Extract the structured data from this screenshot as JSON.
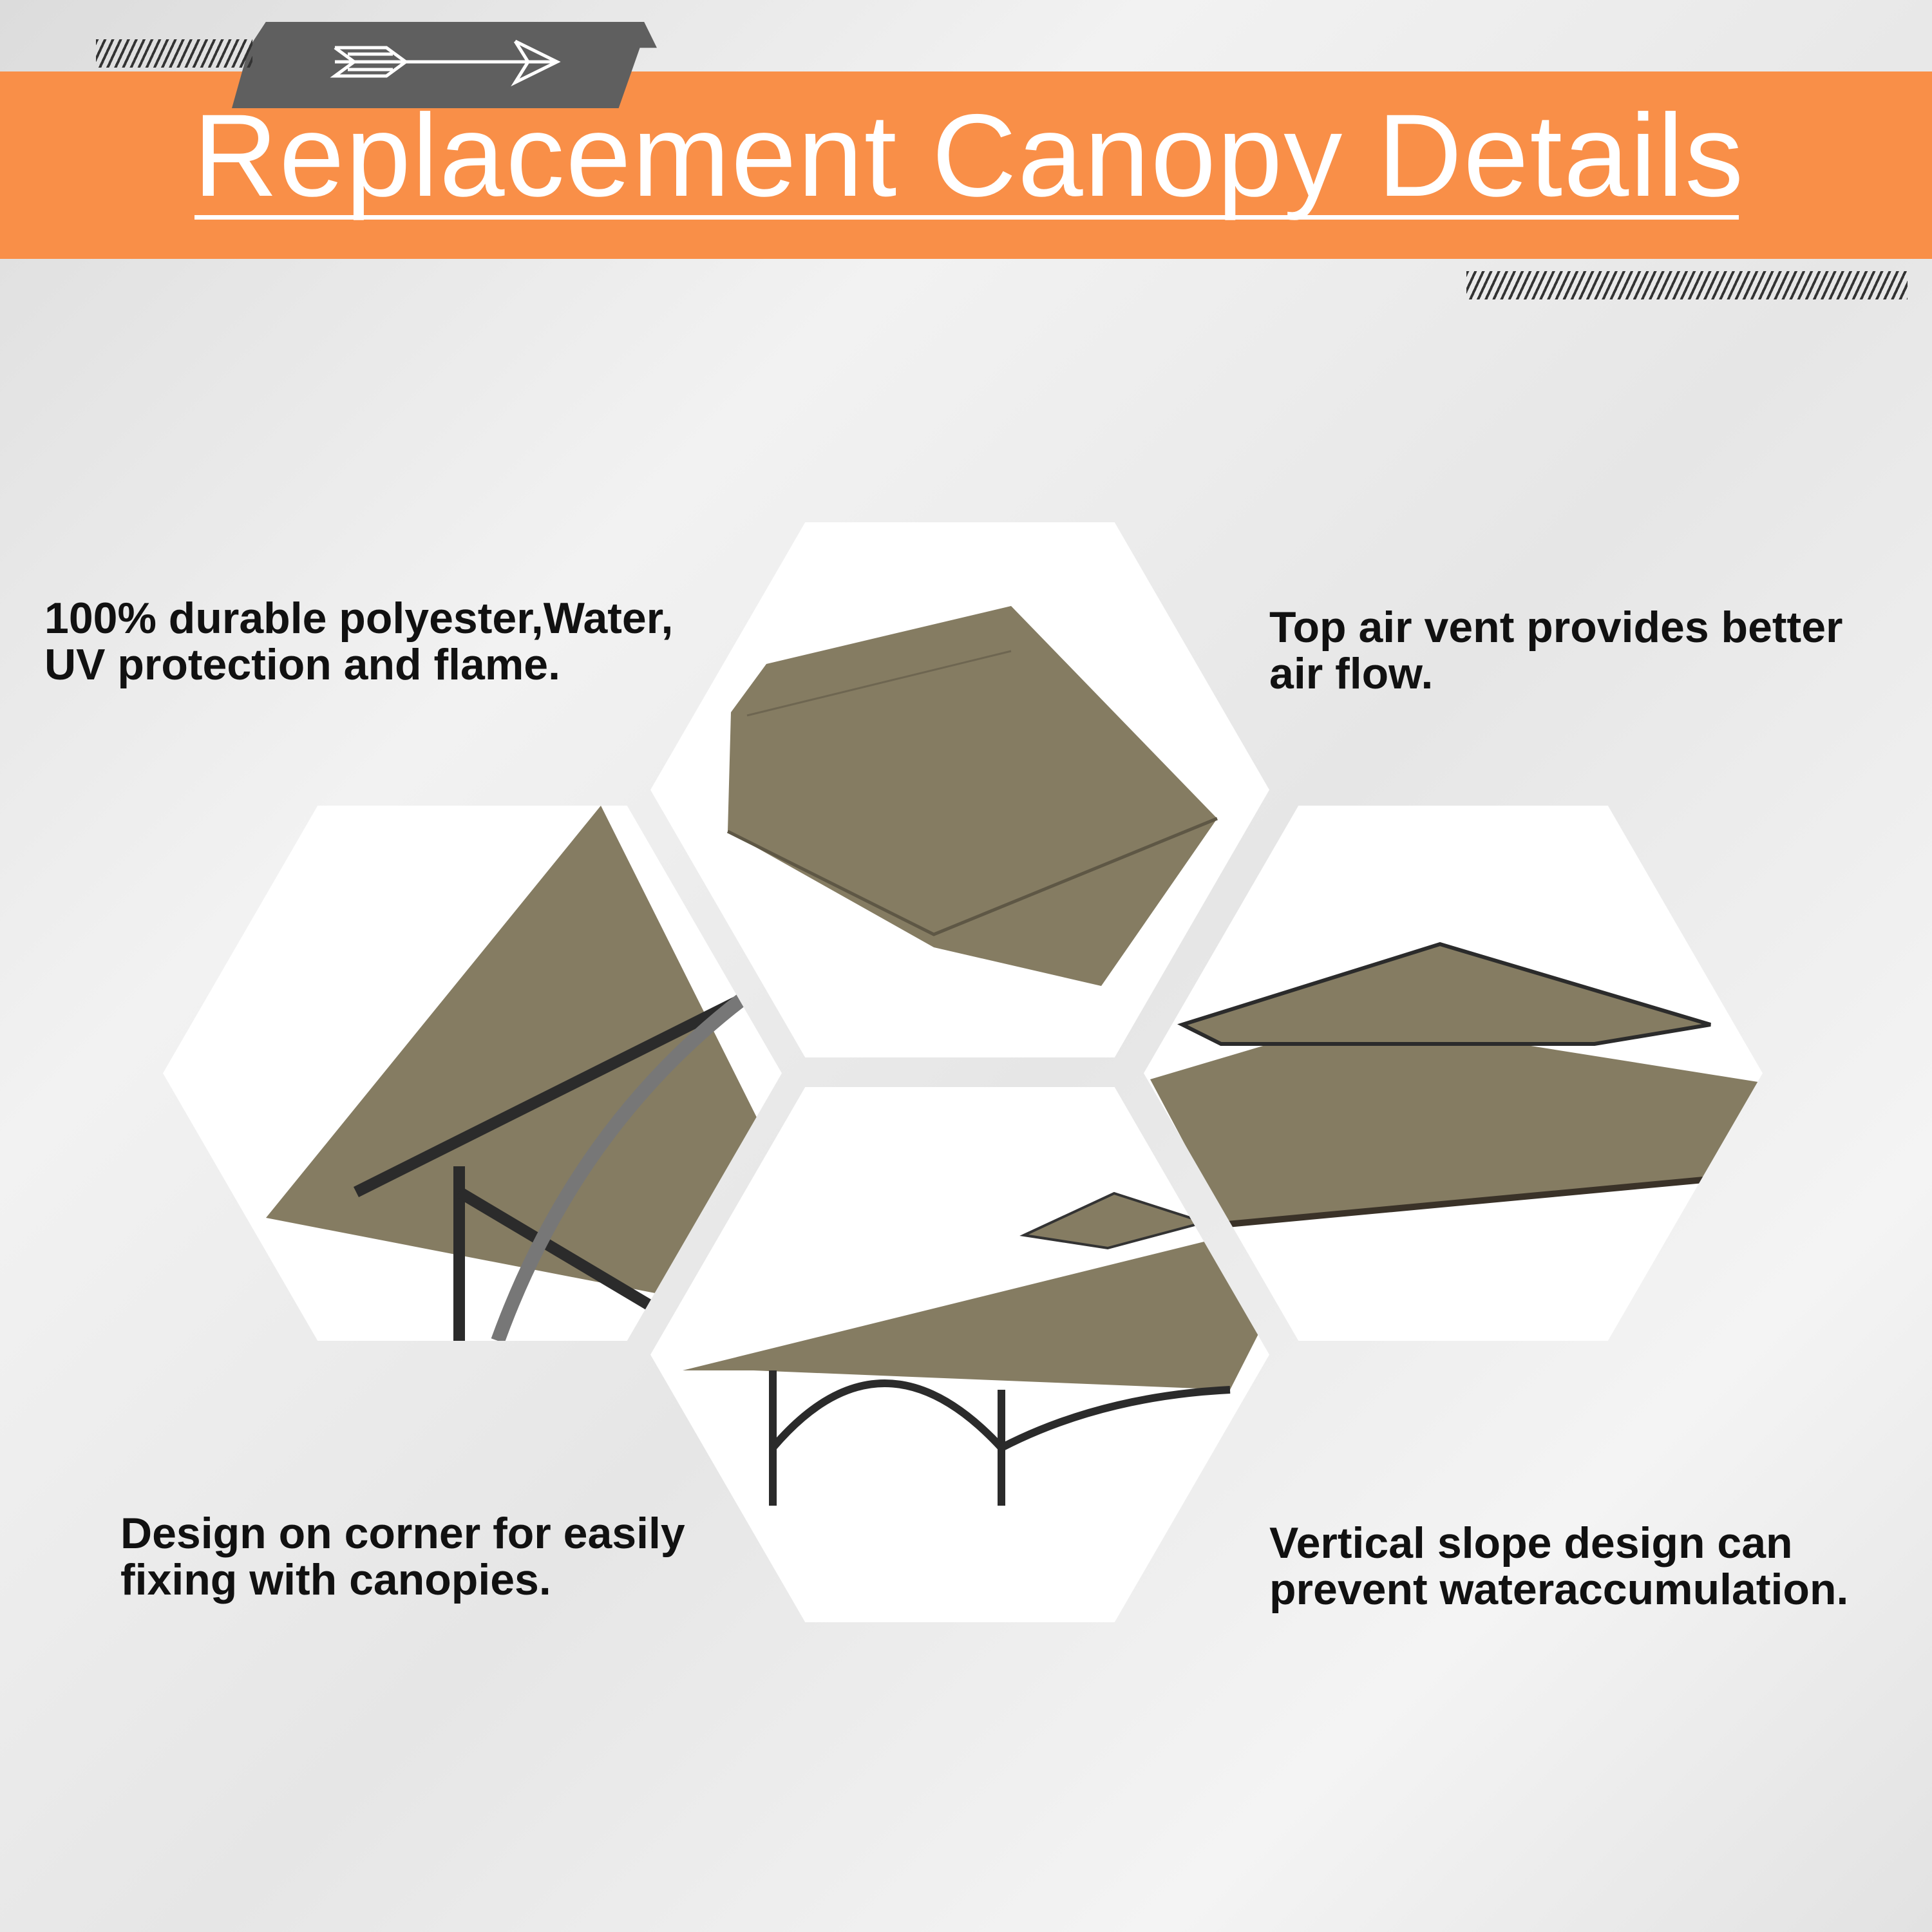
{
  "header": {
    "title": "Replacement Canopy Details",
    "icon": "arrow-icon",
    "accent_color": "#f98f48"
  },
  "features": [
    {
      "line1": "100% durable polyester,Water,",
      "line2": "UV protection and flame."
    },
    {
      "line1": "Top air vent provides better",
      "line2": "air flow."
    },
    {
      "line1": "Design on corner for easily",
      "line2": "fixing with canopies."
    },
    {
      "line1": "Vertical slope design can",
      "line2": "prevent wateraccumulation."
    }
  ],
  "colors": {
    "canopy": "#857c62",
    "frame": "#2b2b2b"
  }
}
